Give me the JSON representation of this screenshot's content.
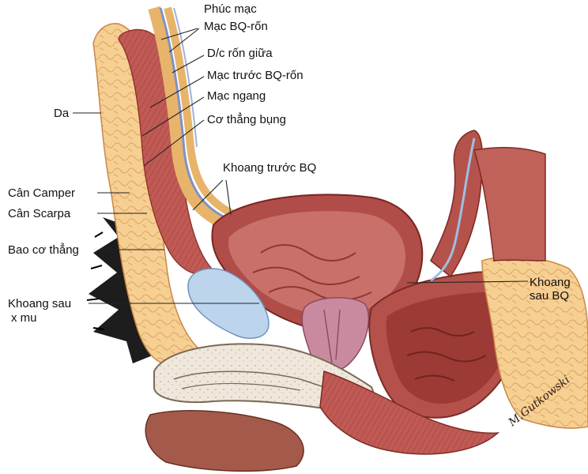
{
  "labels": {
    "phuc_mac": "Phúc mạc",
    "mac_bq_ron": "Mạc BQ-rốn",
    "dc_ron_giua": "D/c rốn giữa",
    "mac_truoc_bq_ron": "Mạc trước BQ-rốn",
    "mac_ngang": "Mạc ngang",
    "co_thang_bung": "Cơ thẳng bụng",
    "da": "Da",
    "khoang_truoc_bq": "Khoang trước BQ",
    "can_camper": "Cân Camper",
    "can_scarpa": "Cân Scarpa",
    "bao_co_thang": "Bao cơ thẳng",
    "khoang_sau_x_mu_line1": "Khoang sau",
    "khoang_sau_x_mu_line2": "x mu",
    "khoang_sau_bq_line1": "Khoang",
    "khoang_sau_bq_line2": "sau BQ"
  },
  "signature": "M.Gutkowski",
  "colors": {
    "fat": "#f3c98a",
    "fat_line": "#d79a52",
    "muscle": "#b9504c",
    "muscle_dark": "#8e2f2c",
    "mucosa": "#c98aa0",
    "space_blue": "#b9d3ea",
    "bone": "#ece4d8",
    "hair": "#1a1a1a"
  }
}
